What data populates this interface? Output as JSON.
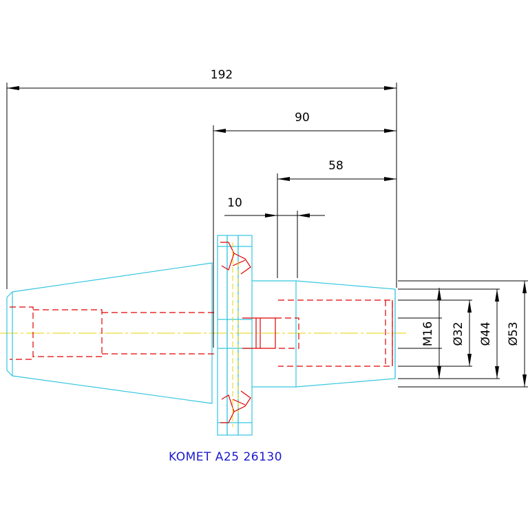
{
  "dimensions": {
    "overall_length": "192",
    "flange_to_end": "90",
    "shank_length": "58",
    "collar": "10",
    "thread": "M16",
    "diameter_1": "Ø32",
    "diameter_2": "Ø44",
    "diameter_3": "Ø53"
  },
  "label": "KOMET A25 26130",
  "colors": {
    "outline": "#33c6df",
    "hidden": "#e00000",
    "centerline": "#e8d200",
    "dimension": "#000000",
    "label": "#1a1acc"
  }
}
